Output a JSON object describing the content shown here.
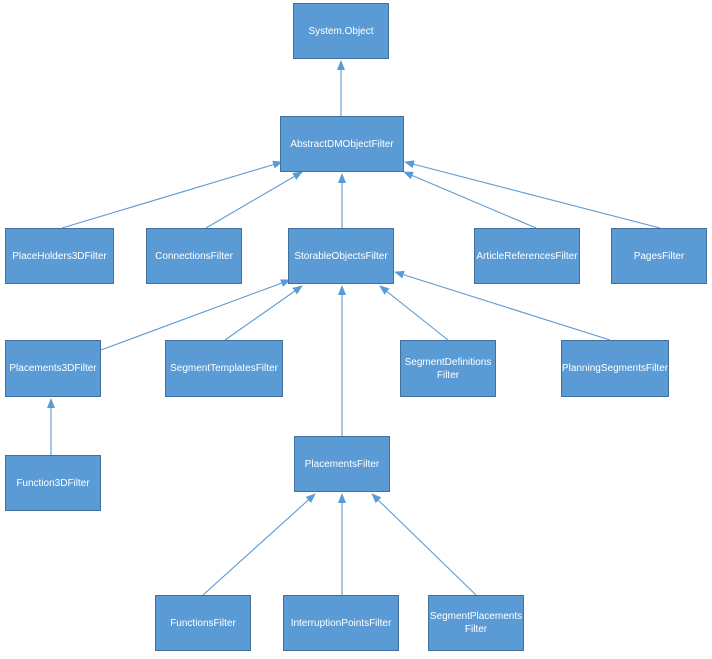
{
  "colors": {
    "box_fill": "#5b9bd5",
    "box_border": "#41719c",
    "box_text": "#ffffff",
    "arrow": "#5b9bd5"
  },
  "nodes": {
    "system_object": "System.Object",
    "abstract_dm_object_filter": "AbstractDMObjectFilter",
    "placeholders_3d_filter": "PlaceHolders3DFilter",
    "connections_filter": "ConnectionsFilter",
    "storable_objects_filter": "StorableObjectsFilter",
    "article_references_filter": "ArticleReferencesFilter",
    "pages_filter": "PagesFilter",
    "placements_3d_filter": "Placements3DFilter",
    "segment_templates_filter": "SegmentTemplatesFilter",
    "segment_definitions_filter": "SegmentDefinitions Filter",
    "planning_segments_filter": "PlanningSegmentsFilter",
    "function_3d_filter": "Function3DFilter",
    "placements_filter": "PlacementsFilter",
    "functions_filter": "FunctionsFilter",
    "interruption_points_filter": "InterruptionPointsFilter",
    "segment_placements_filter": "SegmentPlacements Filter"
  },
  "edges": [
    {
      "from": "abstract_dm_object_filter",
      "to": "system_object"
    },
    {
      "from": "placeholders_3d_filter",
      "to": "abstract_dm_object_filter"
    },
    {
      "from": "connections_filter",
      "to": "abstract_dm_object_filter"
    },
    {
      "from": "storable_objects_filter",
      "to": "abstract_dm_object_filter"
    },
    {
      "from": "article_references_filter",
      "to": "abstract_dm_object_filter"
    },
    {
      "from": "pages_filter",
      "to": "abstract_dm_object_filter"
    },
    {
      "from": "placements_3d_filter",
      "to": "storable_objects_filter"
    },
    {
      "from": "segment_templates_filter",
      "to": "storable_objects_filter"
    },
    {
      "from": "placements_filter",
      "to": "storable_objects_filter"
    },
    {
      "from": "segment_definitions_filter",
      "to": "storable_objects_filter"
    },
    {
      "from": "planning_segments_filter",
      "to": "storable_objects_filter"
    },
    {
      "from": "function_3d_filter",
      "to": "placements_3d_filter"
    },
    {
      "from": "functions_filter",
      "to": "placements_filter"
    },
    {
      "from": "interruption_points_filter",
      "to": "placements_filter"
    },
    {
      "from": "segment_placements_filter",
      "to": "placements_filter"
    }
  ]
}
